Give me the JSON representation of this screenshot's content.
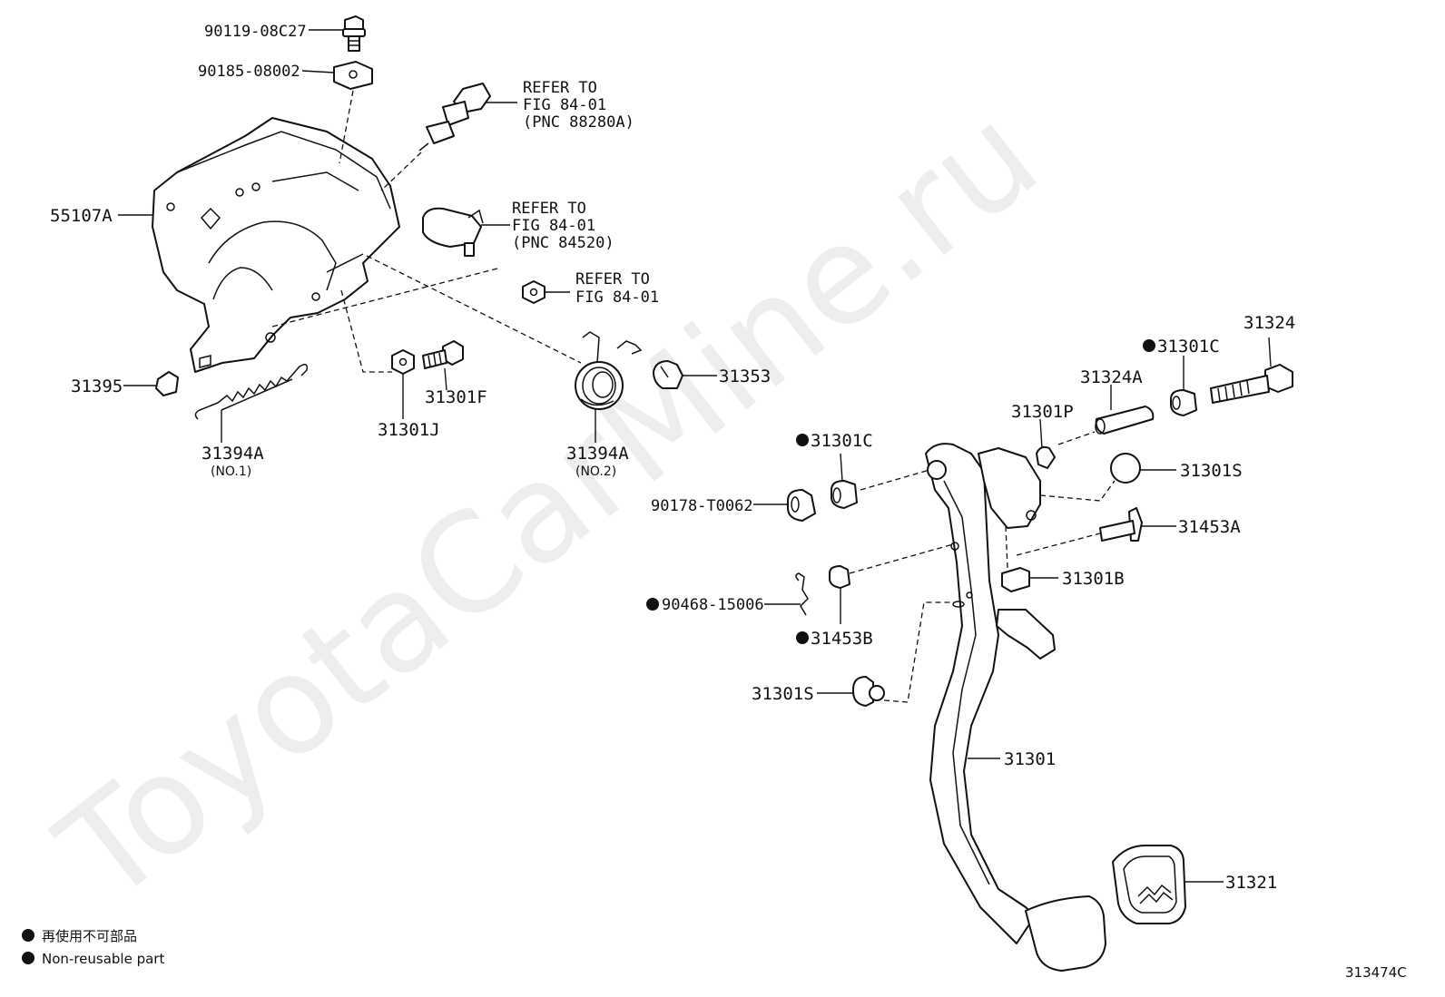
{
  "watermark": "ToyotaCarMine.ru",
  "callouts": {
    "p90119": "90119-08C27",
    "p90185": "90185-08002",
    "p55107A": "55107A",
    "p31395": "31395",
    "p31394A_1": "31394A",
    "p31394A_1_sub": "(NO.1)",
    "p31301J": "31301J",
    "p31301F": "31301F",
    "p31394A_2": "31394A",
    "p31394A_2_sub": "(NO.2)",
    "p31353": "31353",
    "p31324": "31324",
    "p31301C_top": "31301C",
    "p31324A": "31324A",
    "p31301P": "31301P",
    "p31301C_mid": "31301C",
    "p31301S_top": "31301S",
    "p90178": "90178-T0062",
    "p31453A": "31453A",
    "p31301B": "31301B",
    "p90468": "90468-15006",
    "p31453B": "31453B",
    "p31301S_bot": "31301S",
    "p31301": "31301",
    "p31321": "31321"
  },
  "references": {
    "ref1": [
      "REFER TO",
      "FIG 84-01",
      "(PNC 88280A)"
    ],
    "ref2": [
      "REFER TO",
      "FIG 84-01",
      "(PNC 84520)"
    ],
    "ref3": [
      "REFER TO",
      "FIG 84-01"
    ]
  },
  "legend": {
    "line1": "再使用不可部品",
    "line2": "Non-reusable part"
  },
  "figure_code": "313474C"
}
